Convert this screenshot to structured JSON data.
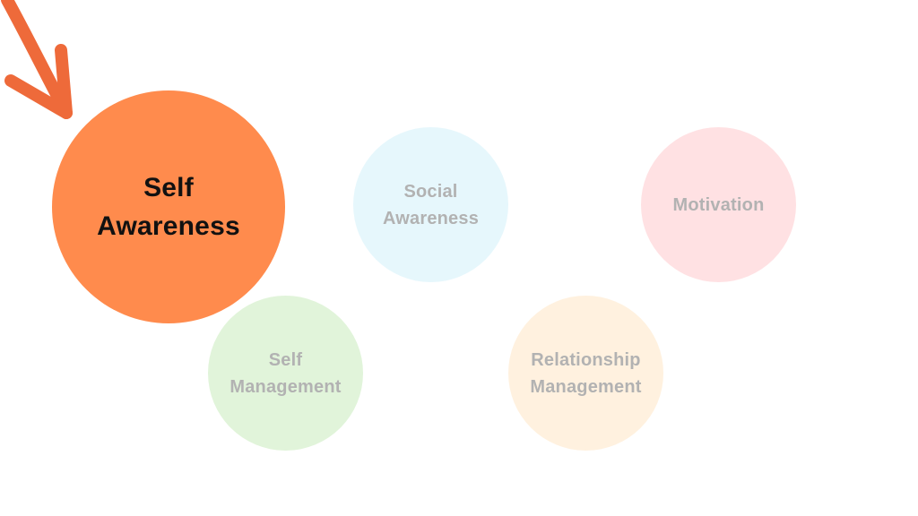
{
  "diagram": {
    "nodes": [
      {
        "id": "self-awareness",
        "lines": [
          "Self",
          "Awareness"
        ],
        "fill": "#FF8B4D",
        "text_color": "#111111",
        "highlighted": true
      },
      {
        "id": "social-awareness",
        "lines": [
          "Social",
          "Awareness"
        ],
        "fill": "#E6F7FC",
        "text_color": "#B2B2B2",
        "highlighted": false
      },
      {
        "id": "motivation",
        "lines": [
          "Motivation"
        ],
        "fill": "#FFE1E3",
        "text_color": "#B2B2B2",
        "highlighted": false
      },
      {
        "id": "self-management",
        "lines": [
          "Self",
          "Management"
        ],
        "fill": "#E1F4DA",
        "text_color": "#B2B2B2",
        "highlighted": false
      },
      {
        "id": "relationship-management",
        "lines": [
          "Relationship",
          "Management"
        ],
        "fill": "#FFF1DF",
        "text_color": "#B2B2B2",
        "highlighted": false
      }
    ],
    "pointer": {
      "icon": "arrow-down-right-icon",
      "color": "#EE6A3A"
    }
  }
}
